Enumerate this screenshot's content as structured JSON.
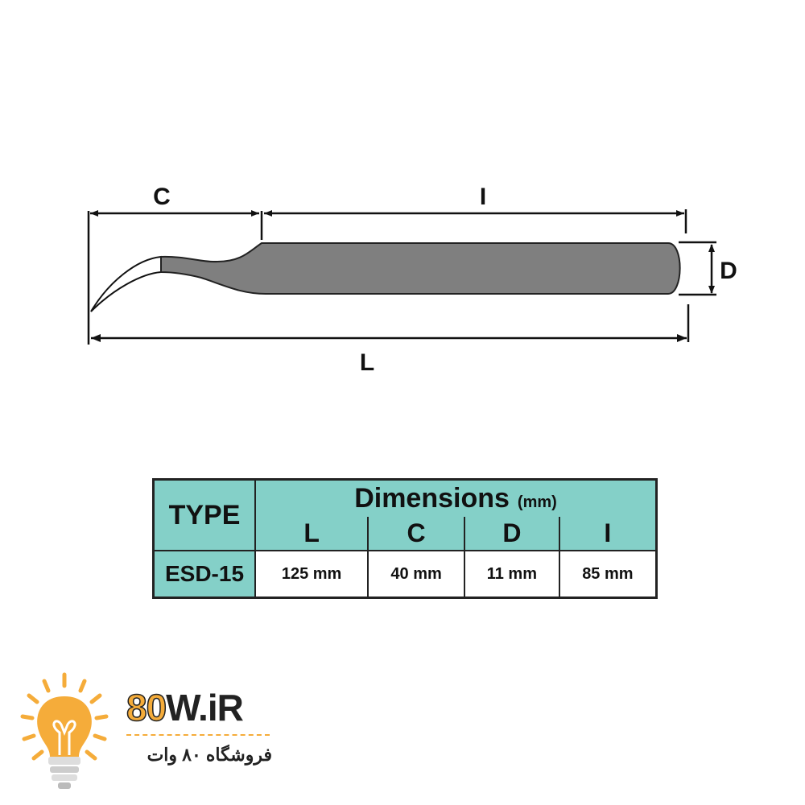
{
  "diagram": {
    "labels": {
      "C": "C",
      "I": "I",
      "L": "L",
      "D": "D"
    },
    "colors": {
      "body": "#7f7f7f",
      "line": "#111111"
    }
  },
  "table": {
    "type_header": "TYPE",
    "dimensions_title": "Dimensions",
    "dimensions_unit": "(mm)",
    "columns": [
      "L",
      "C",
      "D",
      "I"
    ],
    "rows": [
      {
        "type": "ESD-15",
        "values": [
          "125 mm",
          "40 mm",
          "11 mm",
          "85 mm"
        ]
      }
    ],
    "colors": {
      "header_bg": "#84d0c8"
    }
  },
  "logo": {
    "brand_num": "80",
    "brand_rest": "W.iR",
    "subtitle": "فروشگاه ۸۰ وات",
    "colors": {
      "accent": "#f5ac3a",
      "text": "#222222"
    }
  }
}
